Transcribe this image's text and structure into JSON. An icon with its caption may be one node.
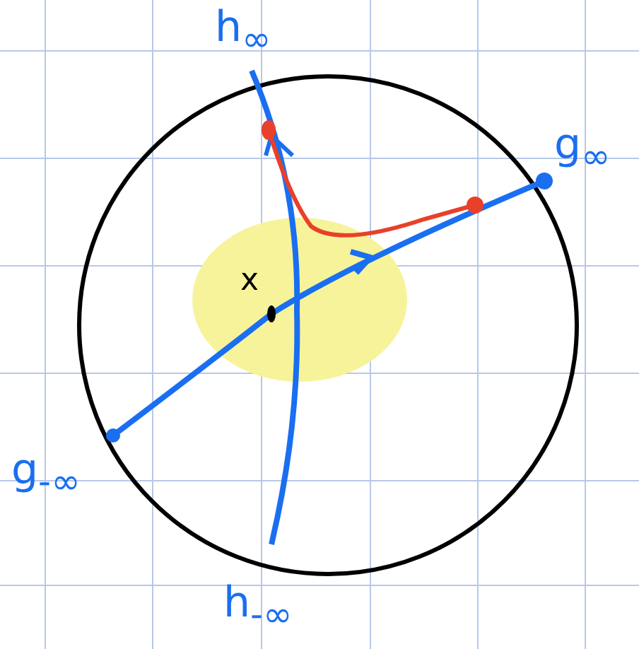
{
  "diagram": {
    "labels": [
      "h$_{∞}$",
      "g$_{∞}$",
      "x",
      "g$_{-∞}$",
      "h$_{-∞}$"
    ]
  }
}
